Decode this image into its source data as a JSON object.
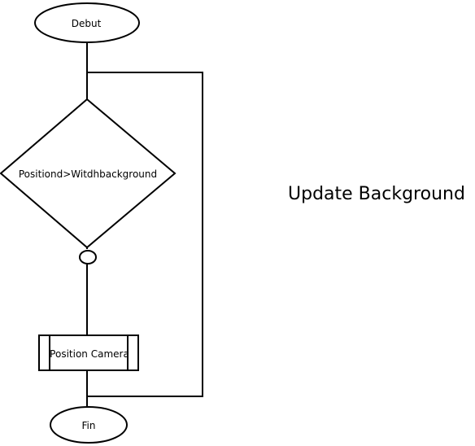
{
  "diagram": {
    "title": "Update Background",
    "nodes": {
      "start": "Debut",
      "decision": "Positiond>Witdhbackground",
      "process": "Position Camera",
      "end": "Fin"
    }
  }
}
